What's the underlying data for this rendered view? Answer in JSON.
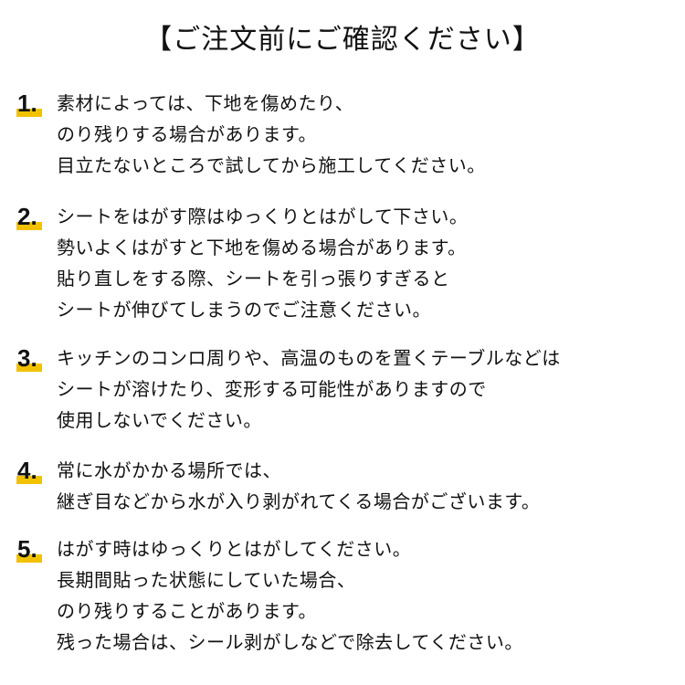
{
  "title": "【ご注文前にご確認ください】",
  "items": [
    {
      "number": "1.",
      "lines": [
        "素材によっては、下地を傷めたり、",
        "のり残りする場合があります。",
        "目立たないところで試してから施工してください。"
      ]
    },
    {
      "number": "2.",
      "lines": [
        "シートをはがす際はゆっくりとはがして下さい。",
        "勢いよくはがすと下地を傷める場合があります。",
        "貼り直しをする際、シートを引っ張りすぎると",
        "シートが伸びてしまうのでご注意ください。"
      ]
    },
    {
      "number": "3.",
      "lines": [
        "キッチンのコンロ周りや、高温のものを置くテーブルなどは",
        "シートが溶けたり、変形する可能性がありますので",
        "使用しないでください。"
      ]
    },
    {
      "number": "4.",
      "lines": [
        "常に水がかかる場所では、",
        "継ぎ目などから水が入り剥がれてくる場合がございます。"
      ]
    },
    {
      "number": "5.",
      "lines": [
        "はがす時はゆっくりとはがしてください。",
        "長期間貼った状態にしていた場合、",
        "のり残りすることがあります。",
        "残った場合は、シール剥がしなどで除去してください。"
      ]
    }
  ],
  "colors": {
    "number_highlight": "#f2c200",
    "text": "#111111",
    "background": "#ffffff"
  }
}
